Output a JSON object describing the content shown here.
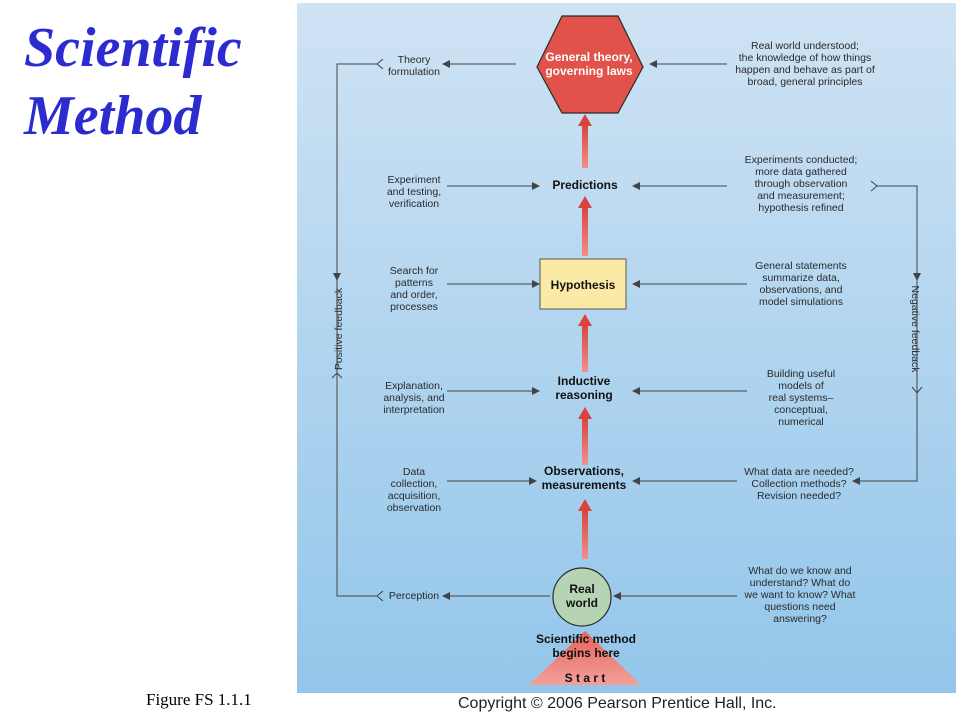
{
  "title": {
    "line1": "Scientific",
    "line2": "Method"
  },
  "figure_label": "Figure FS 1.1.1",
  "copyright": "Copyright © 2006 Pearson Prentice Hall, Inc.",
  "colors": {
    "title": "#2b2bd0",
    "hexagon": "#e0524a",
    "hypothesis_box": "#fbeaa6",
    "real_world_circle": "#b6d3b4",
    "arrow_red": "#e0524a",
    "panel_top": "#cfe3f4",
    "panel_bottom": "#93c6ea"
  },
  "stages": {
    "general_theory": {
      "line1": "General theory,",
      "line2": "governing laws"
    },
    "predictions": "Predictions",
    "hypothesis": "Hypothesis",
    "inductive": {
      "line1": "Inductive",
      "line2": "reasoning"
    },
    "observations": {
      "line1": "Observations,",
      "line2": "measurements"
    },
    "real_world": {
      "line1": "Real",
      "line2": "world"
    },
    "start_note": {
      "line1": "Scientific method",
      "line2": "begins here"
    },
    "start": "S t a r t"
  },
  "left_notes": {
    "theory": {
      "line1": "Theory",
      "line2": "formulation"
    },
    "experiment": {
      "line1": "Experiment",
      "line2": "and testing,",
      "line3": "verification"
    },
    "search": {
      "line1": "Search for",
      "line2": "patterns",
      "line3": "and order,",
      "line4": "processes"
    },
    "explanation": {
      "line1": "Explanation,",
      "line2": "analysis, and",
      "line3": "interpretation"
    },
    "data": {
      "line1": "Data",
      "line2": "collection,",
      "line3": "acquisition,",
      "line4": "observation"
    },
    "perception": "Perception"
  },
  "right_notes": {
    "real_world_understood": {
      "line1": "Real world understood;",
      "line2": "the knowledge of how things",
      "line3": "happen and behave as part of",
      "line4": "broad, general principles"
    },
    "experiments": {
      "line1": "Experiments conducted;",
      "line2": "more data gathered",
      "line3": "through observation",
      "line4": "and measurement;",
      "line5": "hypothesis refined"
    },
    "general_statements": {
      "line1": "General statements",
      "line2": "summarize data,",
      "line3": "observations, and",
      "line4": "model simulations"
    },
    "building": {
      "line1": "Building useful",
      "line2": "models of",
      "line3": "real systems–",
      "line4": "conceptual,",
      "line5": "numerical"
    },
    "what_data": {
      "line1": "What data are needed?",
      "line2": "Collection methods?",
      "line3": "Revision needed?"
    },
    "what_know": {
      "line1": "What do we know and",
      "line2": "understand? What do",
      "line3": "we want to know? What",
      "line4": "questions need",
      "line5": "answering?"
    }
  },
  "feedback": {
    "positive": "Positive feedback",
    "negative": "Negative feedback"
  }
}
